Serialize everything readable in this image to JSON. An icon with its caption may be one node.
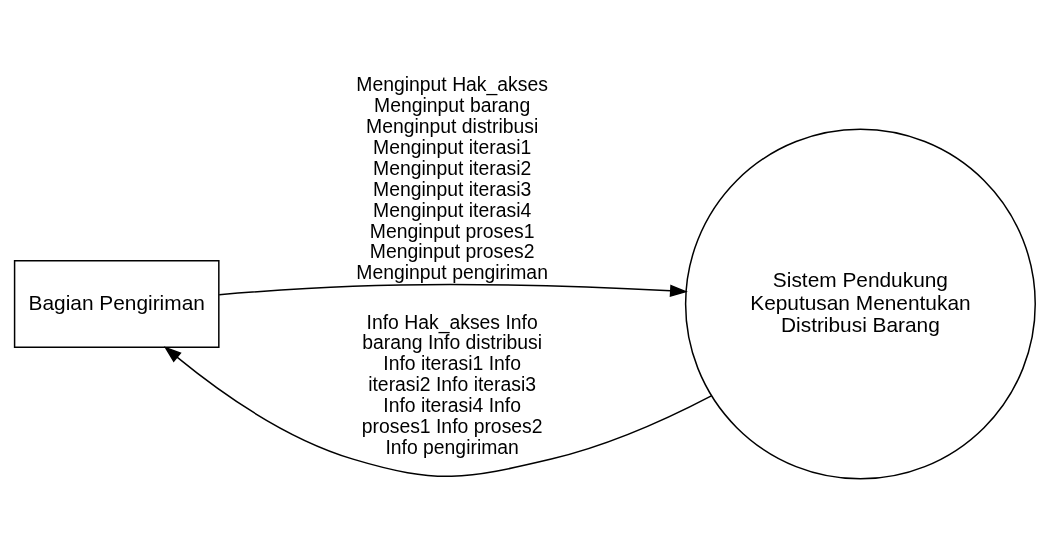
{
  "diagram": {
    "nodes": [
      {
        "text": [
          "Bagian Pengiriman"
        ]
      },
      {
        "text": [
          "Sistem Pendukung Keputusan Menentukan Distribusi Barang"
        ]
      }
    ],
    "edges": [
      {
        "from": 0,
        "to": 1,
        "arrow": "to",
        "label": "Menginput Hak_akses Menginput barang Menginput distribusi Menginput iterasi1 Menginput iterasi2 Menginput iterasi3 Menginput iterasi4 Menginput proses1 Menginput proses2 Menginput pengiriman"
      },
      {
        "from": 1,
        "to": 0,
        "arrow": "to",
        "label": "Info Hak_akses Info barang Info distribusi Info iterasi1 Info iterasi2 Info iterasi3 Info iterasi4 Info proses1 Info proses2 Info pengiriman"
      }
    ]
  }
}
